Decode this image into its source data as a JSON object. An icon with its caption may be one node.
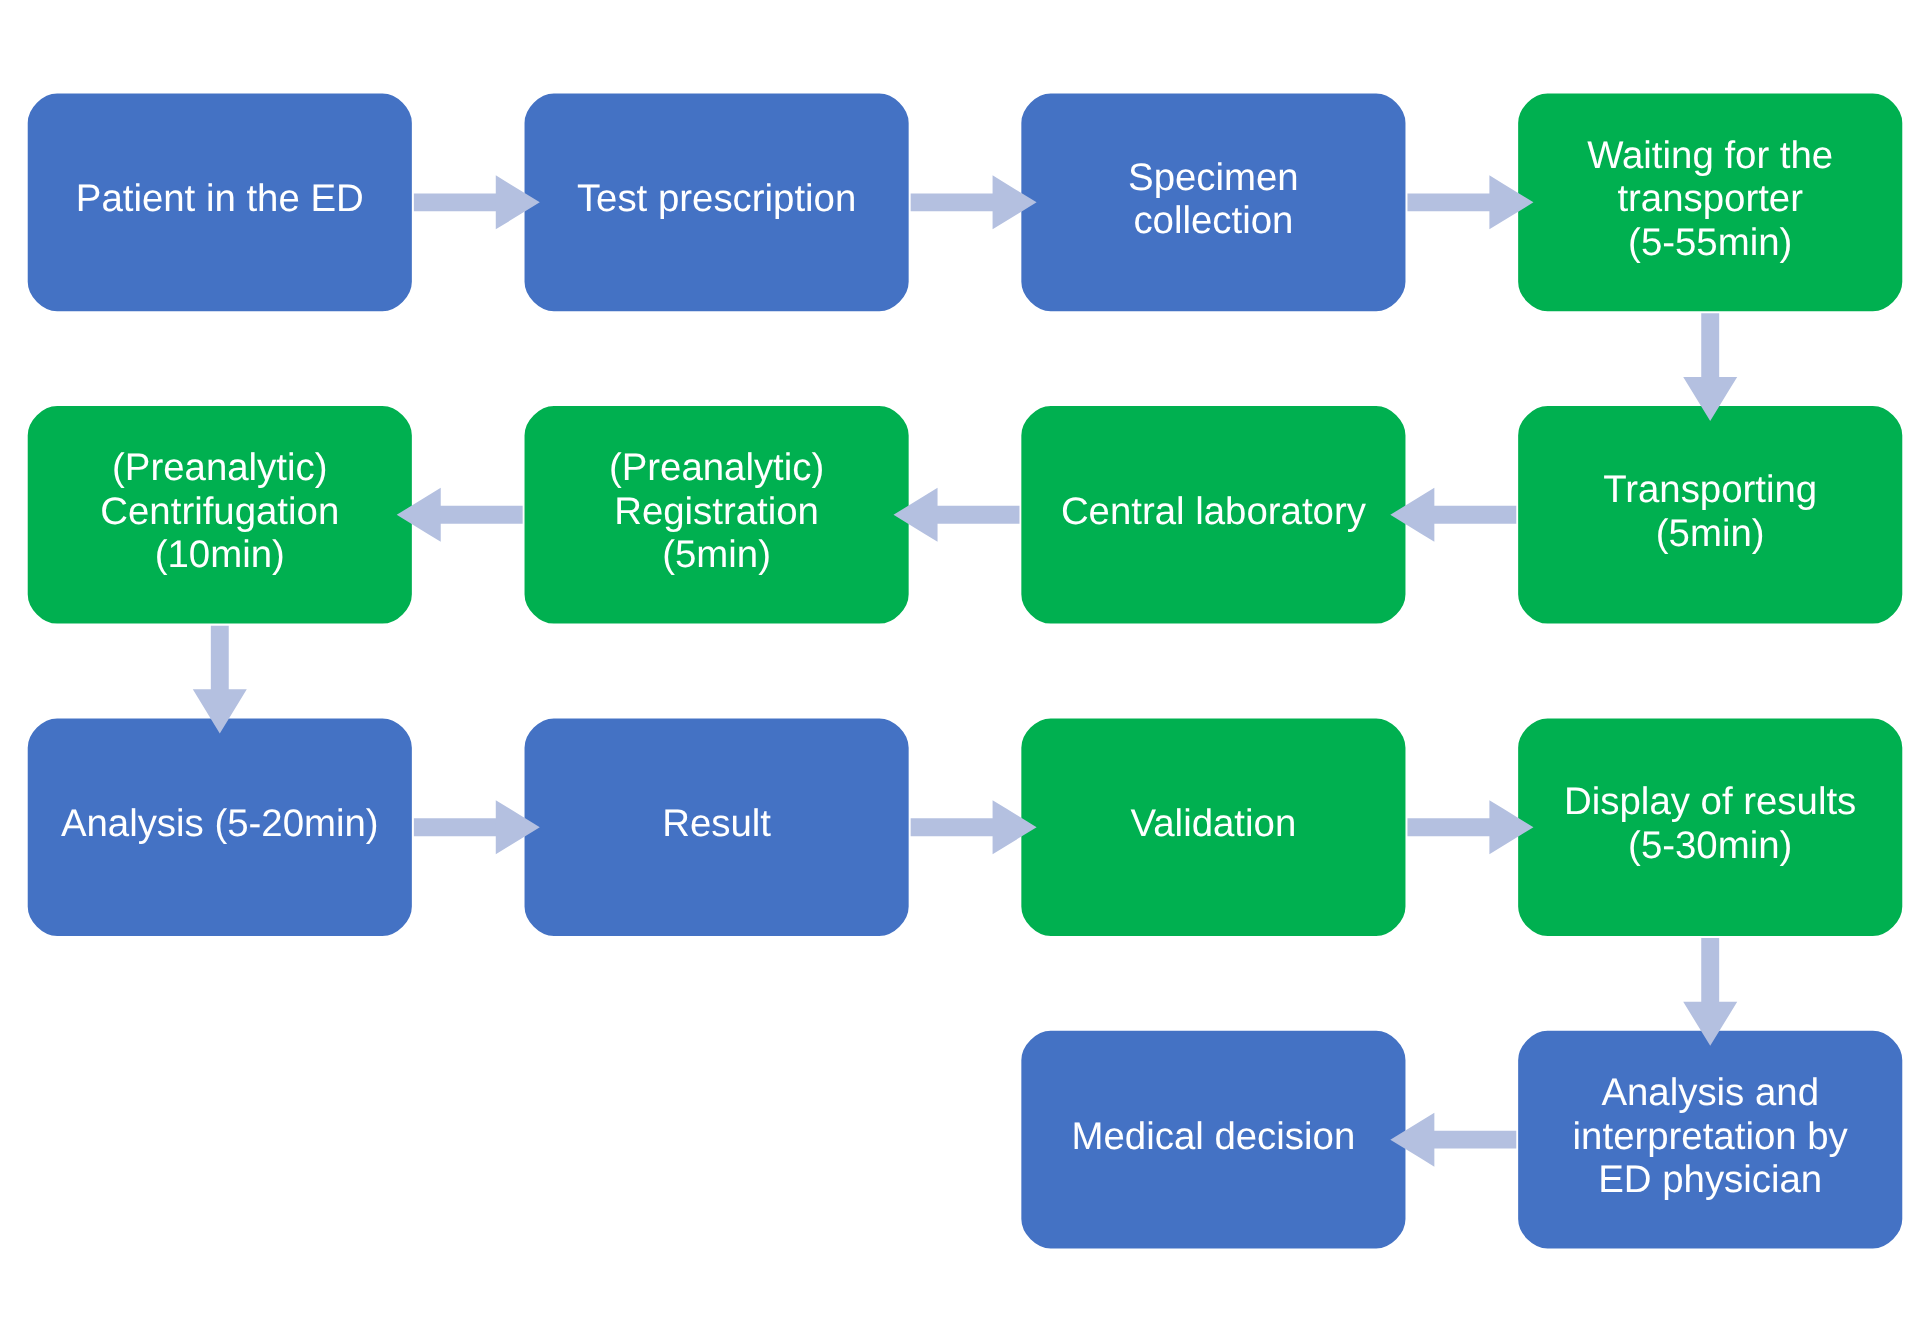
{
  "diagram": {
    "nodes": [
      {
        "text": [
          "Patient in the ED"
        ]
      },
      {
        "text": [
          "Test prescription"
        ]
      },
      {
        "text": [
          "Specimen collection"
        ]
      },
      {
        "text": [
          "Waiting for the transporter (5-55min)"
        ]
      },
      {
        "text": [
          "Transporting (5min)"
        ]
      },
      {
        "text": [
          "Central laboratory"
        ]
      },
      {
        "text": [
          "(Preanalytic) Registration (5min)"
        ]
      },
      {
        "text": [
          "(Preanalytic)",
          "Centrifugation (10min)"
        ]
      },
      {
        "text": [
          "Analysis (5-20min)"
        ]
      },
      {
        "text": [
          "Result"
        ]
      },
      {
        "text": [
          "Validation"
        ]
      },
      {
        "text": [
          "Display of results (5-30min)"
        ]
      },
      {
        "text": [
          "Analysis and interpretation by ED physician"
        ]
      },
      {
        "text": [
          "Medical decision"
        ]
      }
    ],
    "edges": [
      {
        "from": 0,
        "to": 1,
        "arrow": "to"
      },
      {
        "from": 1,
        "to": 2,
        "arrow": "to"
      },
      {
        "from": 2,
        "to": 3,
        "arrow": "to"
      },
      {
        "from": 3,
        "to": 4,
        "arrow": "to"
      },
      {
        "from": 4,
        "to": 5,
        "arrow": "to"
      },
      {
        "from": 5,
        "to": 6,
        "arrow": "to"
      },
      {
        "from": 6,
        "to": 7,
        "arrow": "to"
      },
      {
        "from": 7,
        "to": 8,
        "arrow": "to"
      },
      {
        "from": 8,
        "to": 9,
        "arrow": "to"
      },
      {
        "from": 9,
        "to": 10,
        "arrow": "to"
      },
      {
        "from": 10,
        "to": 11,
        "arrow": "to"
      },
      {
        "from": 11,
        "to": 12,
        "arrow": "to"
      },
      {
        "from": 12,
        "to": 13,
        "arrow": "to"
      }
    ]
  }
}
